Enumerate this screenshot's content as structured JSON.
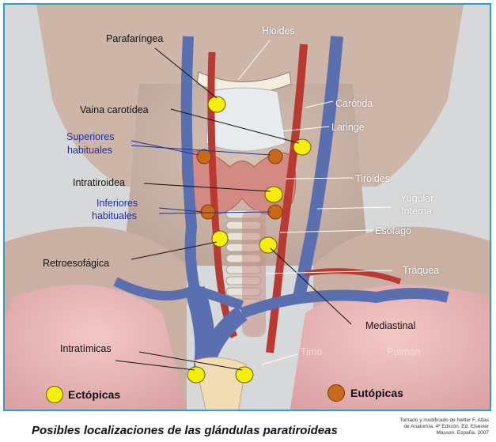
{
  "labels": {
    "hioides": "Hioides",
    "parafaringea": "Parafaríngea",
    "carotida": "Carótida",
    "vaina_carotidea": "Vaina carotídea",
    "laringe": "Laringe",
    "superiores_1": "Superiores",
    "superiores_2": "habituales",
    "tiroides": "Tiroides",
    "intratiroidea": "Intratiroidea",
    "yugular_1": "Yugular",
    "yugular_2": "Interna",
    "inferiores_1": "Inferiores",
    "inferiores_2": "habituales",
    "esofago": "Esófago",
    "retroesofagica": "Retroesofágica",
    "traquea": "Tráquea",
    "mediastinal": "Mediastinal",
    "intratimicas": "Intratímicas",
    "timo": "Timo",
    "pulmon": "Pulmón"
  },
  "legend": {
    "ectopicas": "Ectópicas",
    "eutopicas": "Eutópicas"
  },
  "caption": "Posibles localizaciones de las glándulas paratiroideas",
  "credit": "Tomado y modificado de Netter F. Atlas de Anatomía. 4ª Edición. Ed. Elsevier Masson. España. 2007",
  "colors": {
    "ectopic": "#f5ee0a",
    "eutopic": "#c86a1a",
    "frame": "#2a9fd6"
  }
}
